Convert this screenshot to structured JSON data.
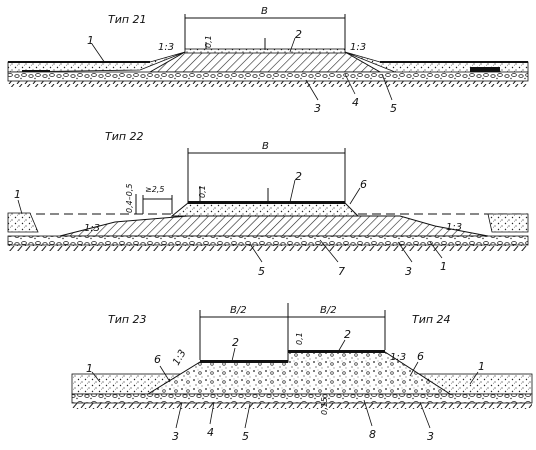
{
  "sections": {
    "s1": {
      "title": "Тип 21",
      "width": "B",
      "slope_left": "1:3",
      "slope_right": "1:3",
      "thickness": "0,1",
      "callouts": [
        "1",
        "2",
        "3",
        "4",
        "5"
      ]
    },
    "s2": {
      "title": "Тип 22",
      "width": "B",
      "slope_left": "1:3",
      "slope_right": "1:3",
      "thickness": "0,1",
      "depth": "0,4–0,5",
      "offset": "≥2,5",
      "callouts": [
        "1",
        "2",
        "6",
        "5",
        "7",
        "3",
        "1"
      ]
    },
    "s3": {
      "title_left": "Тип 23",
      "title_right": "Тип 24",
      "width_left": "B/2",
      "width_right": "B/2",
      "slope_left": "1:3",
      "slope_right": "1:3",
      "thickness": "0,1",
      "depth": "0,15",
      "callouts": [
        "1",
        "6",
        "2",
        "3",
        "4",
        "5",
        "2",
        "6",
        "1",
        "8",
        "3"
      ]
    }
  }
}
